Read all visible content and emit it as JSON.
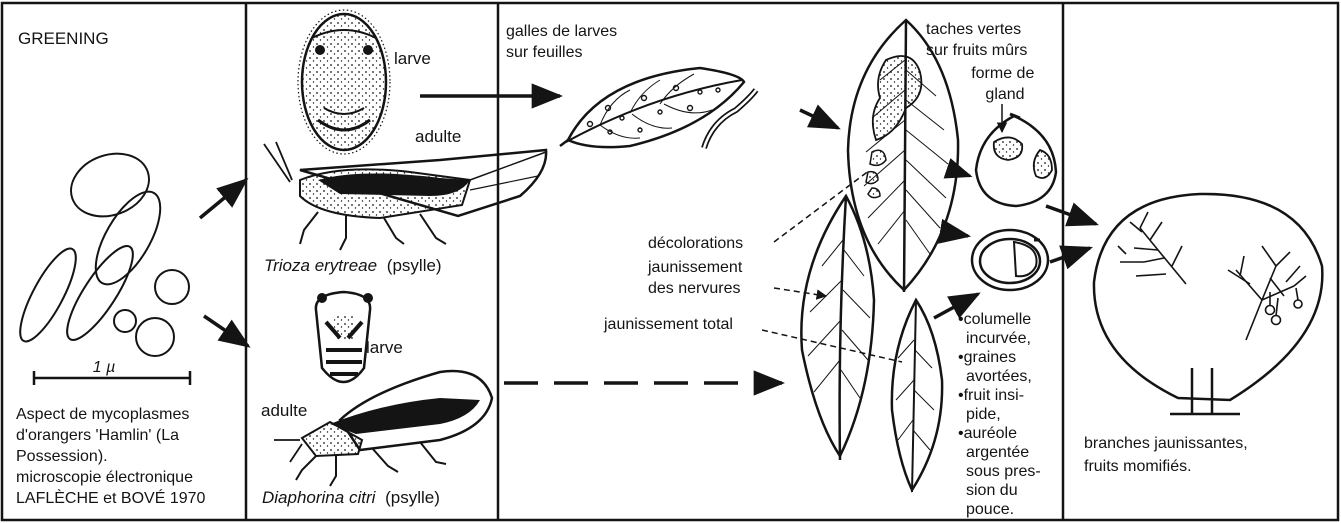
{
  "title": "GREENING",
  "panel1": {
    "scale_label": "1 µ",
    "caption_lines": [
      "Aspect de mycoplasmes",
      "d'orangers 'Hamlin' (La",
      "Possession).",
      "microscopie électronique",
      "LAFLÈCHE et BOVÉ 1970"
    ]
  },
  "panel2": {
    "trioza": {
      "larva_label": "larve",
      "adult_label": "adulte",
      "name": "Trioza erytreae",
      "name_suffix": "(psylle)"
    },
    "diaphorina": {
      "larva_label": "larve",
      "adult_label": "adulte",
      "name": "Diaphorina citri",
      "name_suffix": "(psylle)"
    }
  },
  "panel3": {
    "galls_lines": [
      "galles de larves",
      "sur feuilles"
    ],
    "decoloration": "décolorations",
    "vein_yellowing_lines": [
      "jaunissement",
      "des nervures"
    ],
    "total_yellowing": "jaunissement total",
    "green_spots_lines": [
      "taches vertes",
      "sur fruits mûrs"
    ],
    "acorn_lines": [
      "forme de",
      "gland"
    ],
    "symptoms_lines": [
      "•columelle",
      "incurvée,",
      "•graines",
      "avortées,",
      "•fruit insi-",
      "pide,",
      "•auréole",
      "argentée",
      "sous pres-",
      "sion du",
      "pouce."
    ]
  },
  "panel4": {
    "caption_lines": [
      "branches jaunissantes,",
      "fruits momifiés."
    ]
  },
  "colors": {
    "ink": "#141414",
    "background": "#ffffff"
  }
}
